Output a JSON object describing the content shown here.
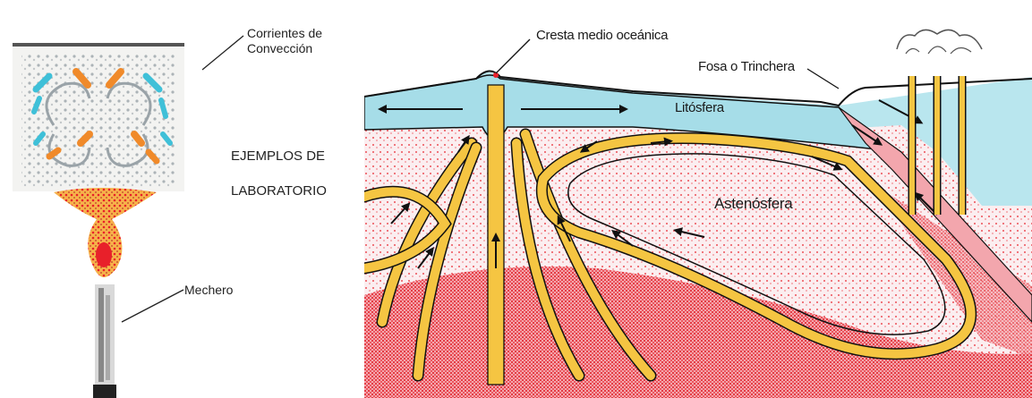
{
  "lab": {
    "convection_label_line1": "Corrientes de",
    "convection_label_line2": "Convección",
    "examples_line1": "EJEMPLOS DE",
    "examples_line2": "LABORATORIO",
    "burner_label": "Mechero"
  },
  "earth": {
    "ridge_label": "Cresta medio oceánica",
    "trench_label": "Fosa o Trinchera",
    "lithosphere_label": "Litósfera",
    "asthenosphere_label": "Astenósfera"
  },
  "colors": {
    "ocean": "#b9e6ee",
    "mantle_dots": "#e8202a",
    "current": "#f5c542",
    "outline": "#111111"
  }
}
